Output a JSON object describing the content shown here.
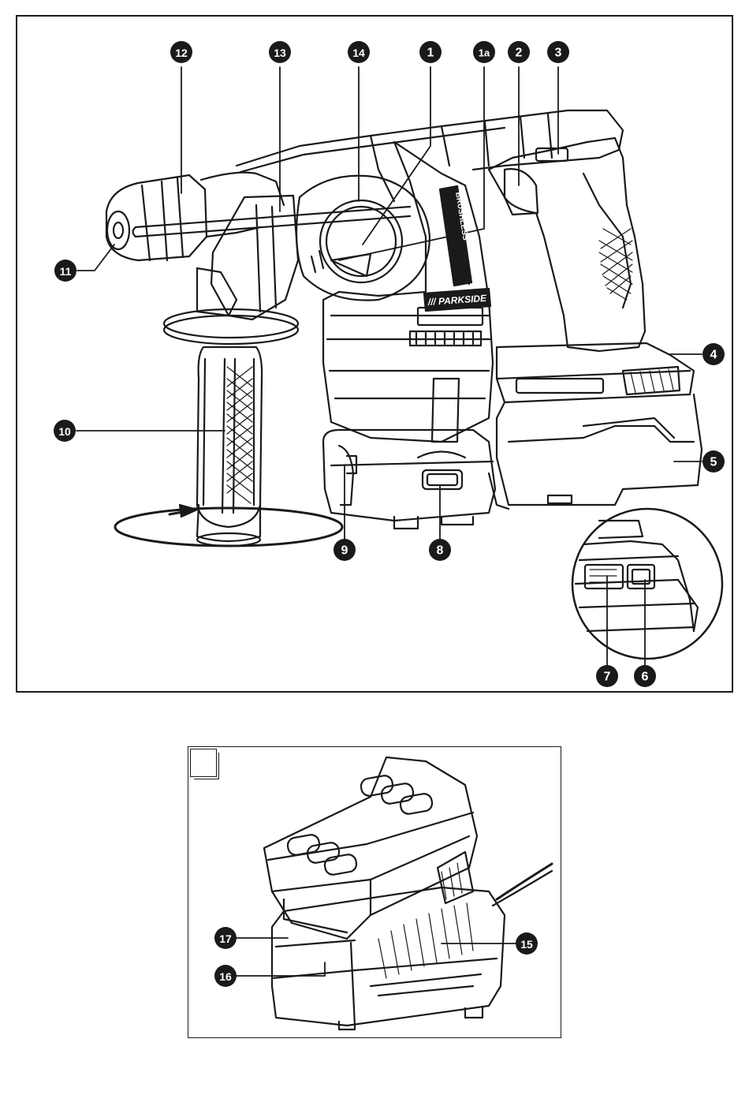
{
  "figure1": {
    "brand_label": "/// PARKSIDE",
    "vertical_label": "BRUSHLESS",
    "callouts": [
      {
        "id": "c1",
        "label": "1"
      },
      {
        "id": "c1a",
        "label": "1a"
      },
      {
        "id": "c2",
        "label": "2"
      },
      {
        "id": "c3",
        "label": "3"
      },
      {
        "id": "c4",
        "label": "4"
      },
      {
        "id": "c5",
        "label": "5"
      },
      {
        "id": "c6",
        "label": "6"
      },
      {
        "id": "c7",
        "label": "7"
      },
      {
        "id": "c8",
        "label": "8"
      },
      {
        "id": "c9",
        "label": "9"
      },
      {
        "id": "c10",
        "label": "10"
      },
      {
        "id": "c11",
        "label": "11"
      },
      {
        "id": "c12",
        "label": "12"
      },
      {
        "id": "c13",
        "label": "13"
      },
      {
        "id": "c14",
        "label": "14"
      }
    ]
  },
  "figure2": {
    "tab_label": "",
    "callouts": [
      {
        "id": "c15",
        "label": "15"
      },
      {
        "id": "c16",
        "label": "16"
      },
      {
        "id": "c17",
        "label": "17"
      }
    ]
  },
  "colors": {
    "ink": "#1a1a1a",
    "paper": "#ffffff"
  }
}
